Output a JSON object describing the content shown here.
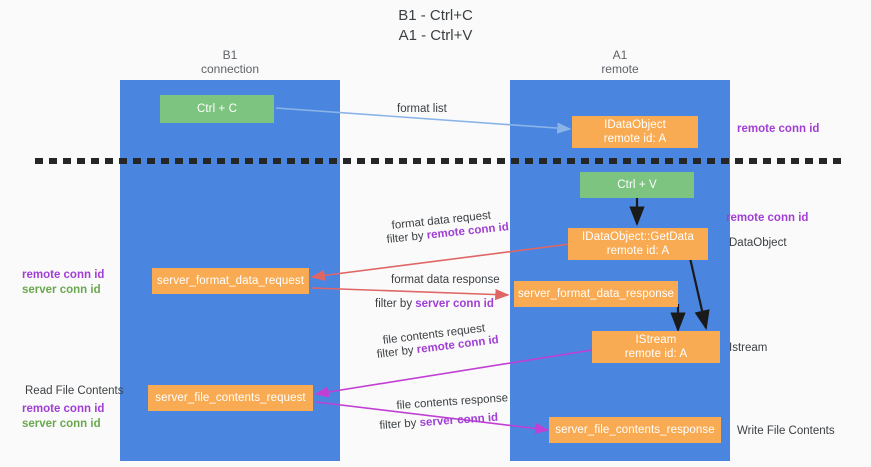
{
  "title": "B1 - Ctrl+C\nA1 - Ctrl+V",
  "columns": [
    {
      "name": "b1",
      "label": "B1\nconnection"
    },
    {
      "name": "a1",
      "label": "A1\nremote"
    }
  ],
  "colors": {
    "lane": "#4a86e0",
    "green_box": "#7cc47f",
    "orange_box": "#f9ab54",
    "remote_conn_id": "#a13fd4",
    "server_conn_id": "#6aa84f",
    "arrow_format_list": "#8ab4e8",
    "arrow_format_data": "#e06666",
    "arrow_file_contents": "#c23fd4",
    "arrow_black": "#1a1a1a",
    "divider": "#262626"
  },
  "boxes": [
    {
      "name": "ctrl-c-box",
      "label": "Ctrl + C",
      "style": "green"
    },
    {
      "name": "idataobject-box",
      "label": "IDataObject",
      "sub": "remote id: A",
      "style": "orange"
    },
    {
      "name": "ctrl-v-box",
      "label": "Ctrl + V",
      "style": "green"
    },
    {
      "name": "idataobject-getdata-box",
      "label": "IDataObject::GetData",
      "sub": "remote id: A",
      "style": "orange"
    },
    {
      "name": "server-format-data-request-box",
      "label": "server_format_data_request",
      "style": "orange"
    },
    {
      "name": "server-format-data-response-box",
      "label": "server_format_data_response",
      "style": "orange"
    },
    {
      "name": "istream-box",
      "label": "IStream",
      "sub": "remote id: A",
      "style": "orange"
    },
    {
      "name": "server-file-contents-request-box",
      "label": "server_file_contents_request",
      "style": "orange"
    },
    {
      "name": "server-file-contents-response-box",
      "label": "server_file_contents_response",
      "style": "orange"
    }
  ],
  "edge_labels": {
    "format_list": "format list",
    "format_data_request": "format data request",
    "format_data_request_filter_prefix": "filter by ",
    "format_data_request_filter_key": "remote conn id",
    "format_data_response": "format data response",
    "format_data_response_filter_prefix": "filter by ",
    "format_data_response_filter_key": "server conn id",
    "file_contents_request": "file contents request",
    "file_contents_request_filter_prefix": "filter by ",
    "file_contents_request_filter_key": "remote conn id",
    "file_contents_response": "file contents response",
    "file_contents_response_filter_prefix": "filter by ",
    "file_contents_response_filter_key": "server conn id"
  },
  "right_notes": {
    "remote_conn_id_top": "remote conn id",
    "remote_conn_id_mid": "remote conn id",
    "dataobject": "DataObject",
    "istream": "Istream",
    "write_file_contents": "Write File Contents"
  },
  "left_notes": {
    "remote_conn_id": "remote conn id",
    "server_conn_id": "server conn id",
    "read_file_contents": "Read File Contents",
    "remote_conn_id_2": "remote conn id",
    "server_conn_id_2": "server conn id"
  }
}
